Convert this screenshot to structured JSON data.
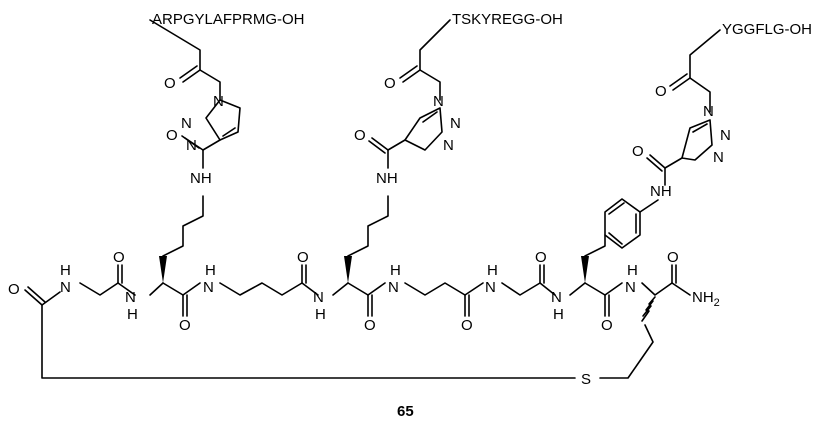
{
  "compound": {
    "number": "65",
    "peptides": {
      "left": "ARPGYLAFPRMG-OH",
      "middle": "TSKYREGG-OH",
      "right": "YGGFLG-OH"
    },
    "atoms": {
      "O": "O",
      "N": "N",
      "NH": "NH",
      "H": "H",
      "S": "S",
      "NH2_main": "NH",
      "NH2_sub": "2"
    }
  }
}
